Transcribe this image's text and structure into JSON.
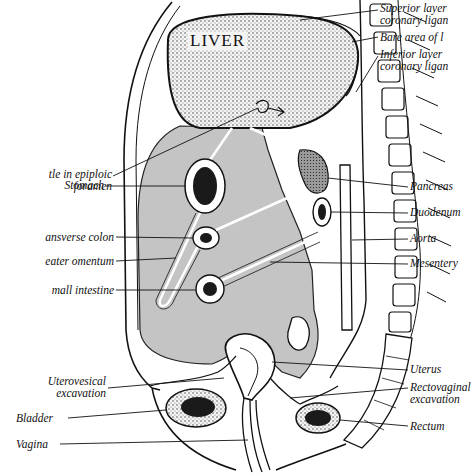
{
  "diagram": {
    "labels": [
      "Superior layer coronary ligan",
      "Bare area of l",
      "Inferior layer coronary ligan",
      "LIVER",
      "tle in epiploic foramen",
      "Pancreas",
      "Stomach",
      "Duodenum",
      "ansverse colon",
      "Aorta",
      "eater omentum",
      "Mesentery",
      "mall intestine",
      "Uterovesical excavation",
      "Uterus",
      "Rectovaginal excavation",
      "Bladder",
      "Rectum",
      "Vagina"
    ]
  }
}
